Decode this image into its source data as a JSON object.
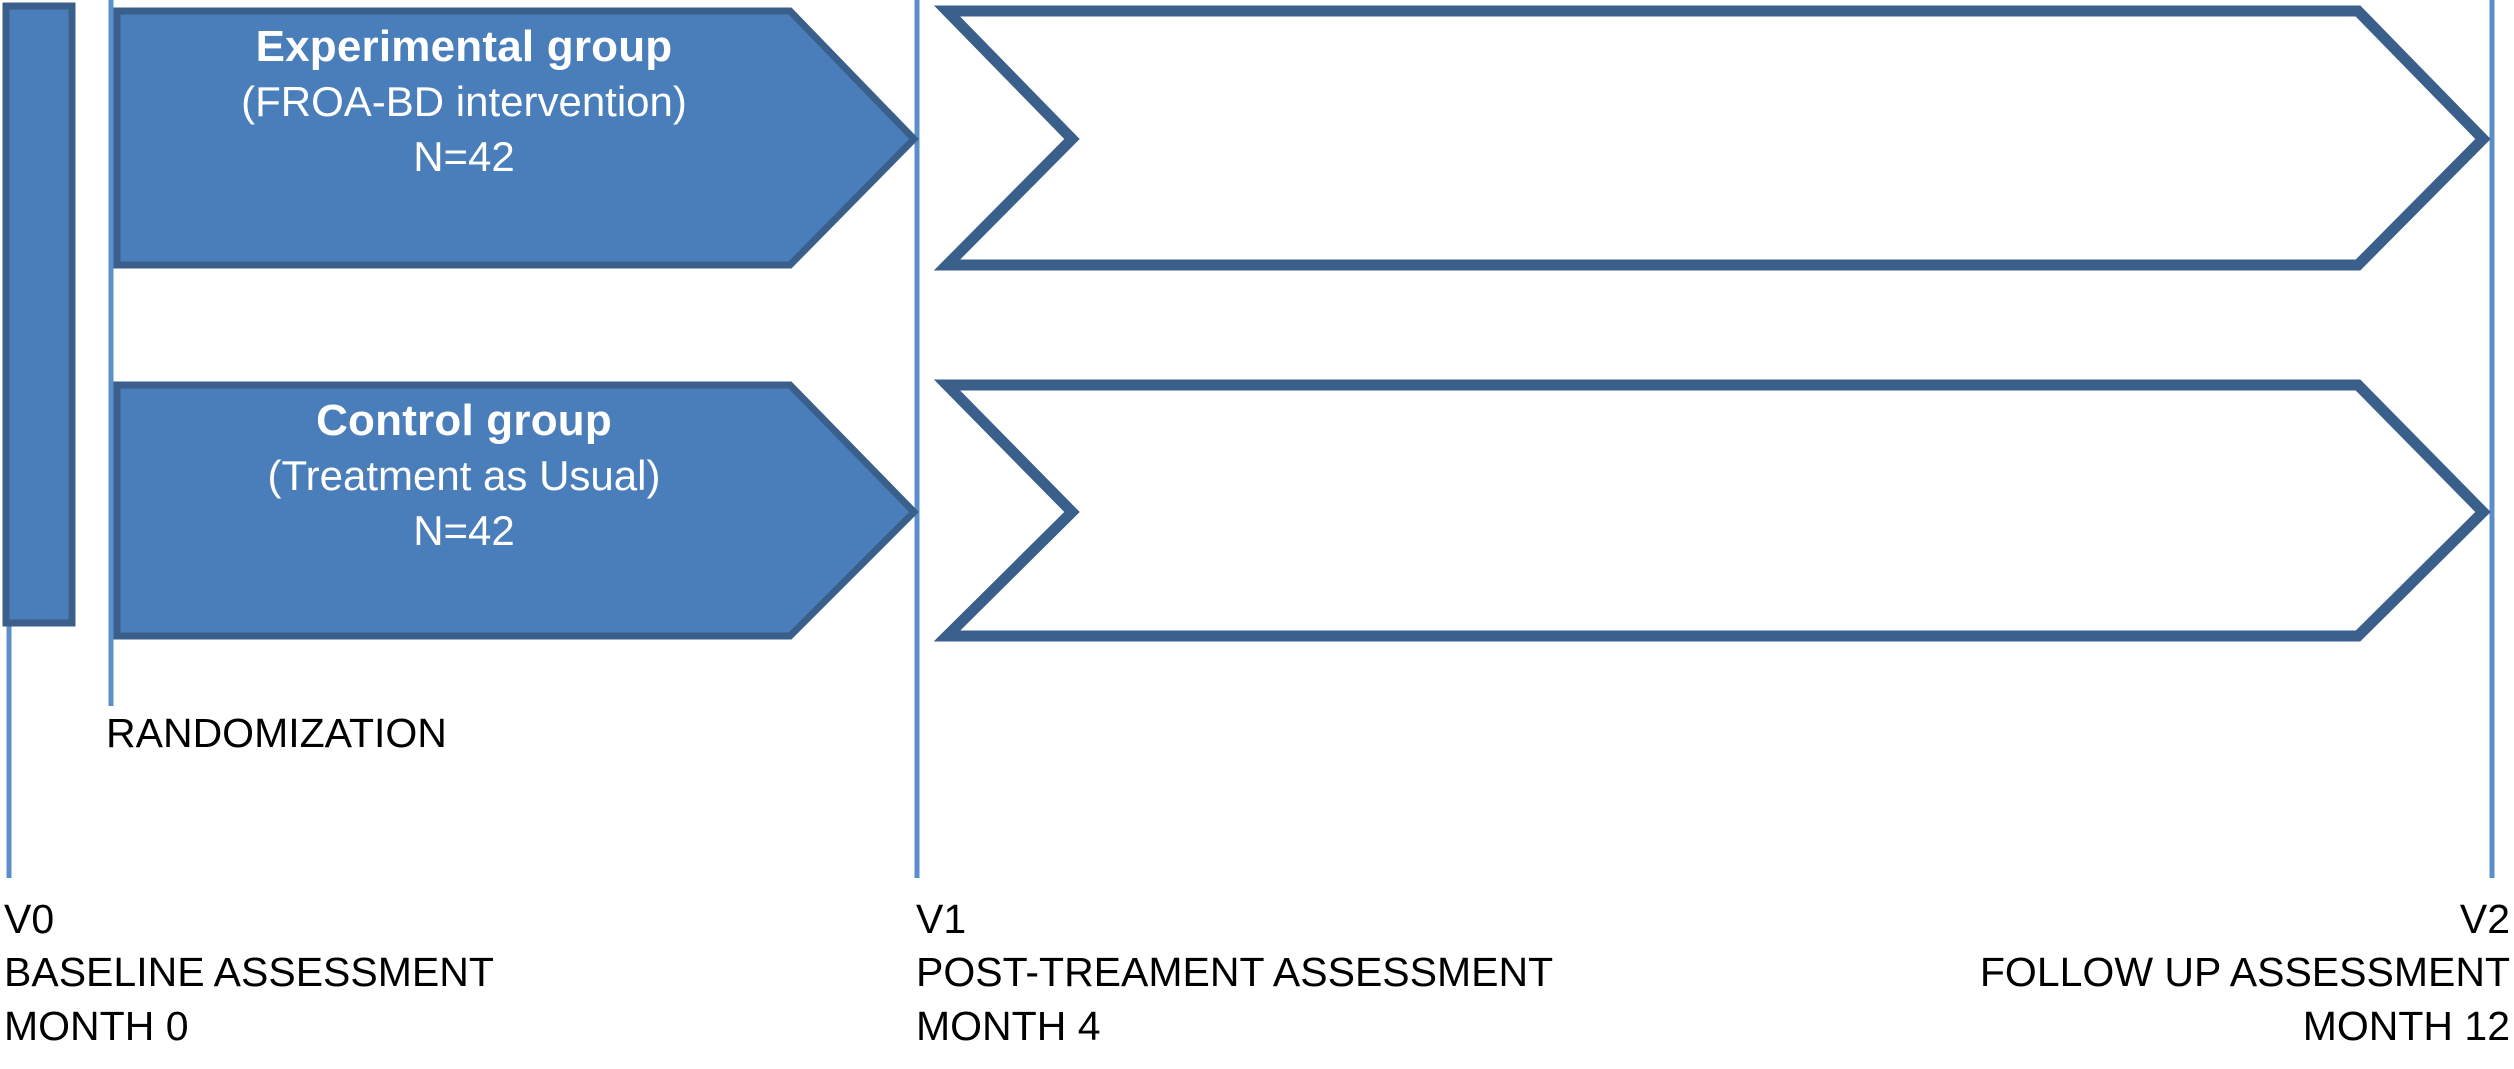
{
  "diagram": {
    "title": "Randomized controlled trial study design timeline",
    "colors": {
      "arrow_fill": "#4a7ebb",
      "arrow_stroke": "#3a5f8a",
      "timeline_line": "#5b8fc9",
      "text_on_arrow": "#ffffff",
      "caption_text": "#000000",
      "page_background": "#ffffff"
    }
  },
  "baseline_bar": {
    "name": "V0 baseline block"
  },
  "arms": [
    {
      "id": "experimental",
      "title": "Experimental group",
      "description": "(FROA-BD intervention)",
      "sample_size": "N=42"
    },
    {
      "id": "control",
      "title": "Control group",
      "description": "(Treatment as Usual)",
      "sample_size": "N=42"
    }
  ],
  "followup_arrows": [
    {
      "id": "experimental-followup"
    },
    {
      "id": "control-followup"
    }
  ],
  "randomization": {
    "label": "RANDOMIZATION"
  },
  "visits": [
    {
      "id": "v0",
      "code": "V0",
      "assessment": "BASELINE ASSESSMENT",
      "month": "MONTH 0"
    },
    {
      "id": "v1",
      "code": "V1",
      "assessment": "POST-TREAMENT ASSESSMENT",
      "month": "MONTH 4"
    },
    {
      "id": "v2",
      "code": "V2",
      "assessment": "FOLLOW UP ASSESSMENT",
      "month": "MONTH 12"
    }
  ]
}
